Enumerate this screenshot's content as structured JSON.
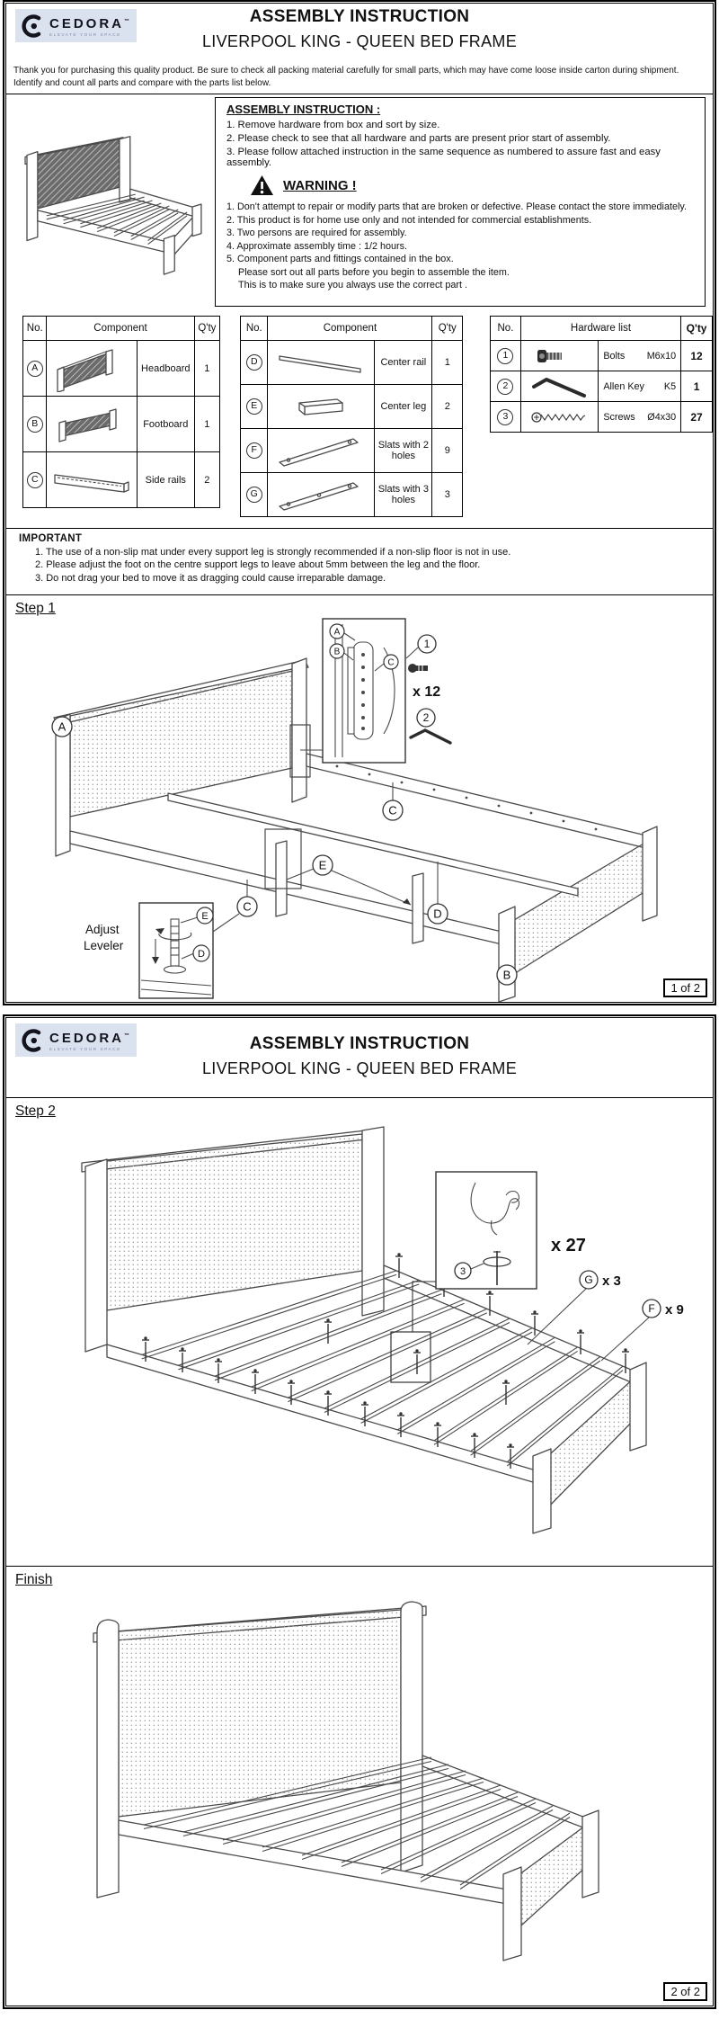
{
  "brand": {
    "name": "CEDORA",
    "tm": "™",
    "tagline": "ELEVATE YOUR SPACE"
  },
  "doc": {
    "title": "ASSEMBLY INSTRUCTION",
    "subtitle": "LIVERPOOL KING - QUEEN BED FRAME"
  },
  "intro": "Thank you for purchasing this quality product. Be sure to check all packing material carefully for small parts, which may have come loose inside carton during shipment. Identify and count all parts and compare with the parts list below.",
  "instructions": {
    "title": "ASSEMBLY INSTRUCTION :",
    "items": [
      "1. Remove hardware from box and sort by size.",
      "2. Please check to see that all hardware and parts are present prior start of assembly.",
      "3. Please follow attached instruction in the same sequence as numbered to assure fast and easy assembly."
    ]
  },
  "warning": {
    "title": "WARNING !",
    "items": [
      "1. Don't attempt to repair or modify parts that are broken or defective. Please contact the store immediately.",
      "2. This product is for home use  only and not intended for commercial establishments.",
      "3. Two persons are required for assembly.",
      "4. Approximate assembly time : 1/2 hours.",
      "5. Component parts and fittings contained in the box."
    ],
    "item5_cont": [
      "Please sort out all parts before you begin to assemble the item.",
      "This is to make sure  you always use the correct part ."
    ]
  },
  "tables": {
    "headers": {
      "no": "No.",
      "component": "Component",
      "hardware": "Hardware list",
      "qty": "Q'ty"
    },
    "components1": [
      {
        "no": "A",
        "name": "Headboard",
        "qty": "1"
      },
      {
        "no": "B",
        "name": "Footboard",
        "qty": "1"
      },
      {
        "no": "C",
        "name": "Side rails",
        "qty": "2"
      }
    ],
    "components2": [
      {
        "no": "D",
        "name": "Center rail",
        "qty": "1"
      },
      {
        "no": "E",
        "name": "Center leg",
        "qty": "2"
      },
      {
        "no": "F",
        "name": "Slats with 2 holes",
        "qty": "9"
      },
      {
        "no": "G",
        "name": "Slats with 3 holes",
        "qty": "3"
      }
    ],
    "hardware": [
      {
        "no": "1",
        "name": "Bolts",
        "size": "M6x10",
        "qty": "12"
      },
      {
        "no": "2",
        "name": "Allen Key",
        "size": "K5",
        "qty": "1"
      },
      {
        "no": "3",
        "name": "Screws",
        "size": "Ø4x30",
        "qty": "27"
      }
    ]
  },
  "important": {
    "title": "IMPORTANT",
    "items": [
      "1.  The use of a non-slip mat under every support leg is strongly recommended if a non-slip floor is not in use.",
      "2.  Please adjust the foot on the centre support legs to leave about 5mm between the leg and the floor.",
      "3.  Do not drag your bed to move it as dragging could cause irreparable damage."
    ]
  },
  "step1": {
    "title": "Step 1",
    "callouts": {
      "a": "A",
      "b": "B",
      "c": "C",
      "d": "D",
      "e": "E"
    },
    "hardware_callouts": {
      "bolt_no": "1",
      "bolt_qty": "x 12",
      "allen_no": "2"
    },
    "leveler_label_1": "Adjust",
    "leveler_label_2": "Leveler",
    "page_marker": "1 of 2"
  },
  "step2": {
    "title": "Step 2",
    "screw_no": "3",
    "screw_qty": "x 27",
    "g_label": "G",
    "g_qty": "x 3",
    "f_label": "F",
    "f_qty": "x 9"
  },
  "finish": {
    "title": "Finish",
    "page_marker": "2 of 2"
  }
}
